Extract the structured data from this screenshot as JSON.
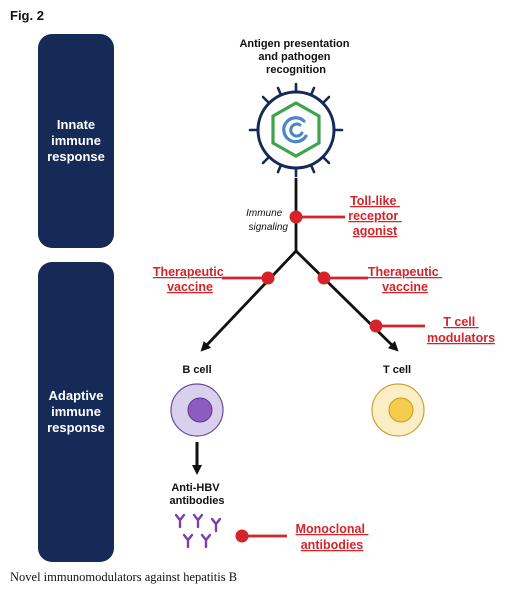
{
  "figure_label": "Fig. 2",
  "caption": "Novel immunomodulators against hepatitis B",
  "bands": {
    "innate": "Innate\nimmune\nresponse",
    "adaptive": "Adaptive\nimmune\nresponse"
  },
  "top_title": [
    "Antigen presentation",
    "and pathogen",
    "recognition"
  ],
  "immune_signaling": [
    "Immune",
    "signaling"
  ],
  "interventions": {
    "tlr": [
      "Toll-like",
      "receptor",
      "agonist"
    ],
    "vaccine_left": [
      "Therapeutic",
      "vaccine"
    ],
    "vaccine_right": [
      "Therapeutic",
      "vaccine"
    ],
    "t_modulators": [
      "T cell",
      "modulators"
    ],
    "monoclonal": [
      "Monoclonal",
      "antibodies"
    ]
  },
  "cells": {
    "b_cell": "B cell",
    "t_cell": "T cell",
    "antibodies": [
      "Anti-HBV",
      "antibodies"
    ]
  },
  "colors": {
    "navy": "#152a56",
    "red": "#d5232a",
    "b_cell_outer": "#d9d0ee",
    "b_cell_inner": "#8e5cc0",
    "t_cell_outer": "#fbeec4",
    "t_cell_inner": "#f5cd4e",
    "antibody": "#7a3fa8",
    "virus_hex": "#3ca54a",
    "virus_core": "#4a86c8"
  },
  "icons": [
    "virus-icon",
    "antibody-icon",
    "b-cell-icon",
    "t-cell-icon",
    "inhibitor-icon"
  ]
}
